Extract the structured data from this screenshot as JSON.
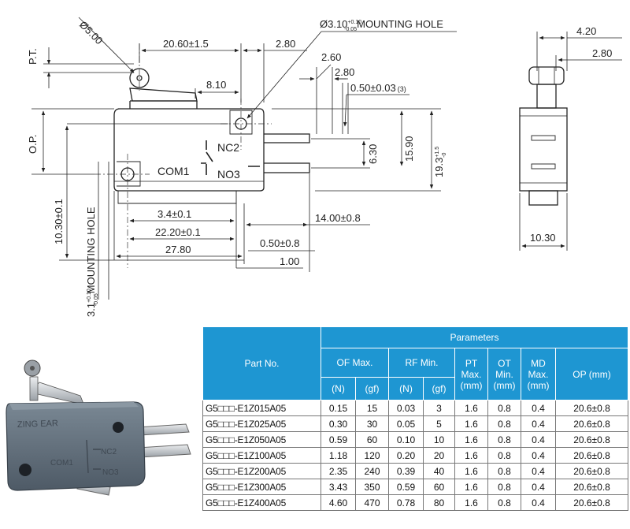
{
  "drawing": {
    "labels": {
      "pt": "P.T.",
      "dia5": "Ø5.00",
      "len2060": "20.60±1.5",
      "mount_hole": "Ø3.10",
      "mount_hole_sup": "+0.10",
      "mount_hole_sub": "-0.05",
      "mount_hole_text": "MOUNTING HOLE",
      "d280a": "2.80",
      "d260": "2.60",
      "d280b": "2.80",
      "d810": "8.10",
      "d050t": "0.50±0.03",
      "d050t_note": "(3)",
      "nc": "NC2",
      "com": "COM1",
      "no": "NO3",
      "d630": "6.30",
      "d1590": "15.90",
      "d193": "19.3",
      "d193_sup": "+1.5",
      "d193_sub": "-0",
      "op": "O.P.",
      "d34": "3.4±0.1",
      "d2220": "22.20±0.1",
      "d2780": "27.80",
      "d1400": "14.00±0.8",
      "d050b": "0.50±0.8",
      "d100": "1.00",
      "d1030v": "10.30±0.1",
      "mh_vert": "3.1",
      "mh_vert_sup": "+0.10",
      "mh_vert_sub": "-0.05",
      "mh_vert_text": "MOUNTING HOLE",
      "d420": "4.20",
      "d280c": "2.80",
      "d1030h": "10.30"
    }
  },
  "photo": {
    "brand": "ZING EAR",
    "nc": "NC2",
    "com": "COM1",
    "no": "NO3"
  },
  "table": {
    "part_no_header": "Part No.",
    "parameters_header": "Parameters",
    "columns": {
      "of": "OF Max.",
      "rf": "RF Min.",
      "pt": "PT Max. (mm)",
      "ot": "OT Min. (mm)",
      "md": "MD Max. (mm)",
      "op": "OP (mm)"
    },
    "units": {
      "n": "(N)",
      "gf": "(gf)"
    },
    "rows": [
      {
        "part": "G5□□□-E1Z015A05",
        "of_n": "0.15",
        "of_gf": "15",
        "rf_n": "0.03",
        "rf_gf": "3",
        "pt": "1.6",
        "ot": "0.8",
        "md": "0.4",
        "op": "20.6±0.8"
      },
      {
        "part": "G5□□□-E1Z025A05",
        "of_n": "0.30",
        "of_gf": "30",
        "rf_n": "0.05",
        "rf_gf": "5",
        "pt": "1.6",
        "ot": "0.8",
        "md": "0.4",
        "op": "20.6±0.8"
      },
      {
        "part": "G5□□□-E1Z050A05",
        "of_n": "0.59",
        "of_gf": "60",
        "rf_n": "0.10",
        "rf_gf": "10",
        "pt": "1.6",
        "ot": "0.8",
        "md": "0.4",
        "op": "20.6±0.8"
      },
      {
        "part": "G5□□□-E1Z100A05",
        "of_n": "1.18",
        "of_gf": "120",
        "rf_n": "0.20",
        "rf_gf": "20",
        "pt": "1.6",
        "ot": "0.8",
        "md": "0.4",
        "op": "20.6±0.8"
      },
      {
        "part": "G5□□□-E1Z200A05",
        "of_n": "2.35",
        "of_gf": "240",
        "rf_n": "0.39",
        "rf_gf": "40",
        "pt": "1.6",
        "ot": "0.8",
        "md": "0.4",
        "op": "20.6±0.8"
      },
      {
        "part": "G5□□□-E1Z300A05",
        "of_n": "3.43",
        "of_gf": "350",
        "rf_n": "0.59",
        "rf_gf": "60",
        "pt": "1.6",
        "ot": "0.8",
        "md": "0.4",
        "op": "20.6±0.8"
      },
      {
        "part": "G5□□□-E1Z400A05",
        "of_n": "4.60",
        "of_gf": "470",
        "rf_n": "0.78",
        "rf_gf": "80",
        "pt": "1.6",
        "ot": "0.8",
        "md": "0.4",
        "op": "20.6±0.8"
      }
    ]
  }
}
